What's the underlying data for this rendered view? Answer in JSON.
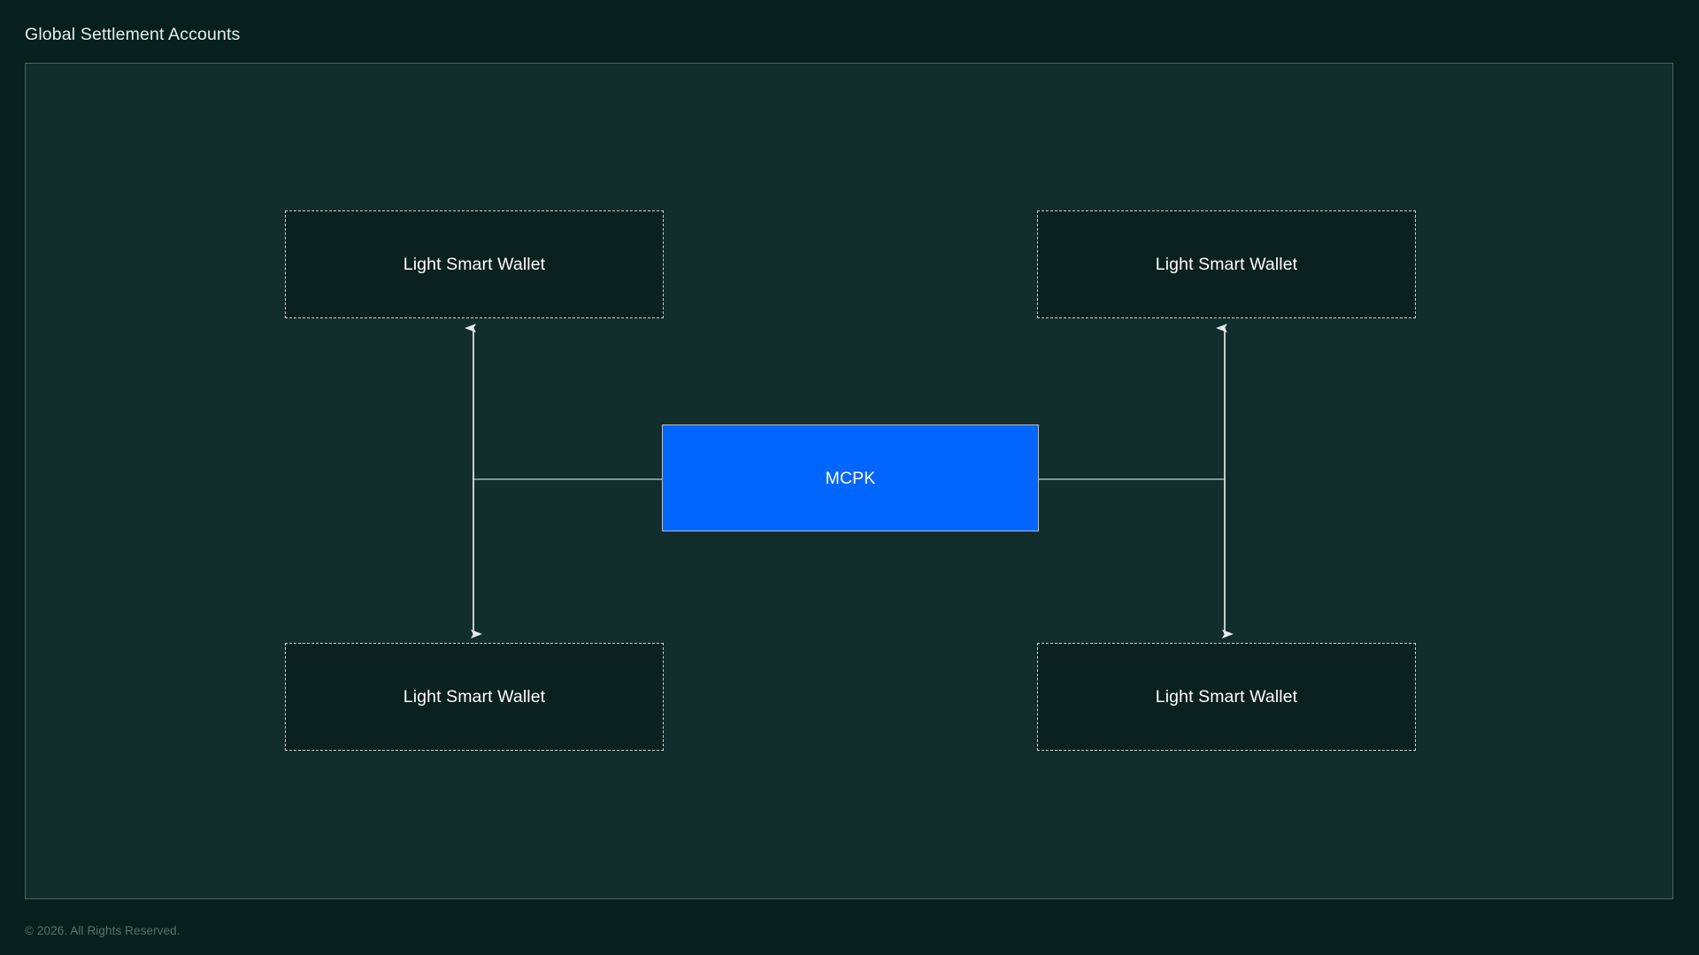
{
  "page": {
    "title": "Global Settlement Accounts",
    "footer": "© 2026. All Rights Reserved.",
    "background_color": "#07201E"
  },
  "diagram": {
    "container_background": "#122E2C",
    "container_border_color": "#4B6361",
    "nodes": [
      {
        "id": "wallet-top-left",
        "label": "Light Smart Wallet",
        "style": "dashed",
        "fill": "#0A211F",
        "border_color": "#C9D2D1",
        "text_color": "#FFFFFF"
      },
      {
        "id": "wallet-top-right",
        "label": "Light Smart Wallet",
        "style": "dashed",
        "fill": "#0A211F",
        "border_color": "#C9D2D1",
        "text_color": "#FFFFFF"
      },
      {
        "id": "mcpk",
        "label": "MCPK",
        "style": "solid",
        "fill": "#0066FF",
        "border_color": "#B4BEBD",
        "text_color": "#FFFFFF"
      },
      {
        "id": "wallet-bottom-left",
        "label": "Light Smart Wallet",
        "style": "dashed",
        "fill": "#0A211F",
        "border_color": "#C9D2D1",
        "text_color": "#FFFFFF"
      },
      {
        "id": "wallet-bottom-right",
        "label": "Light Smart Wallet",
        "style": "dashed",
        "fill": "#0A211F",
        "border_color": "#C9D2D1",
        "text_color": "#FFFFFF"
      }
    ],
    "edges": [
      {
        "id": "edge-mcpk-left",
        "from": "mcpk",
        "to": "left-bus",
        "arrow": false,
        "color": "#8FA3A1"
      },
      {
        "id": "edge-mcpk-right",
        "from": "mcpk",
        "to": "right-bus",
        "arrow": false,
        "color": "#8FA3A1"
      },
      {
        "id": "edge-left-up",
        "from": "left-bus",
        "to": "wallet-top-left",
        "arrow": true,
        "color": "#E4EAE9"
      },
      {
        "id": "edge-left-down",
        "from": "left-bus",
        "to": "wallet-bottom-left",
        "arrow": true,
        "color": "#E4EAE9"
      },
      {
        "id": "edge-right-up",
        "from": "right-bus",
        "to": "wallet-top-right",
        "arrow": true,
        "color": "#E4EAE9"
      },
      {
        "id": "edge-right-down",
        "from": "right-bus",
        "to": "wallet-bottom-right",
        "arrow": true,
        "color": "#E4EAE9"
      }
    ]
  }
}
